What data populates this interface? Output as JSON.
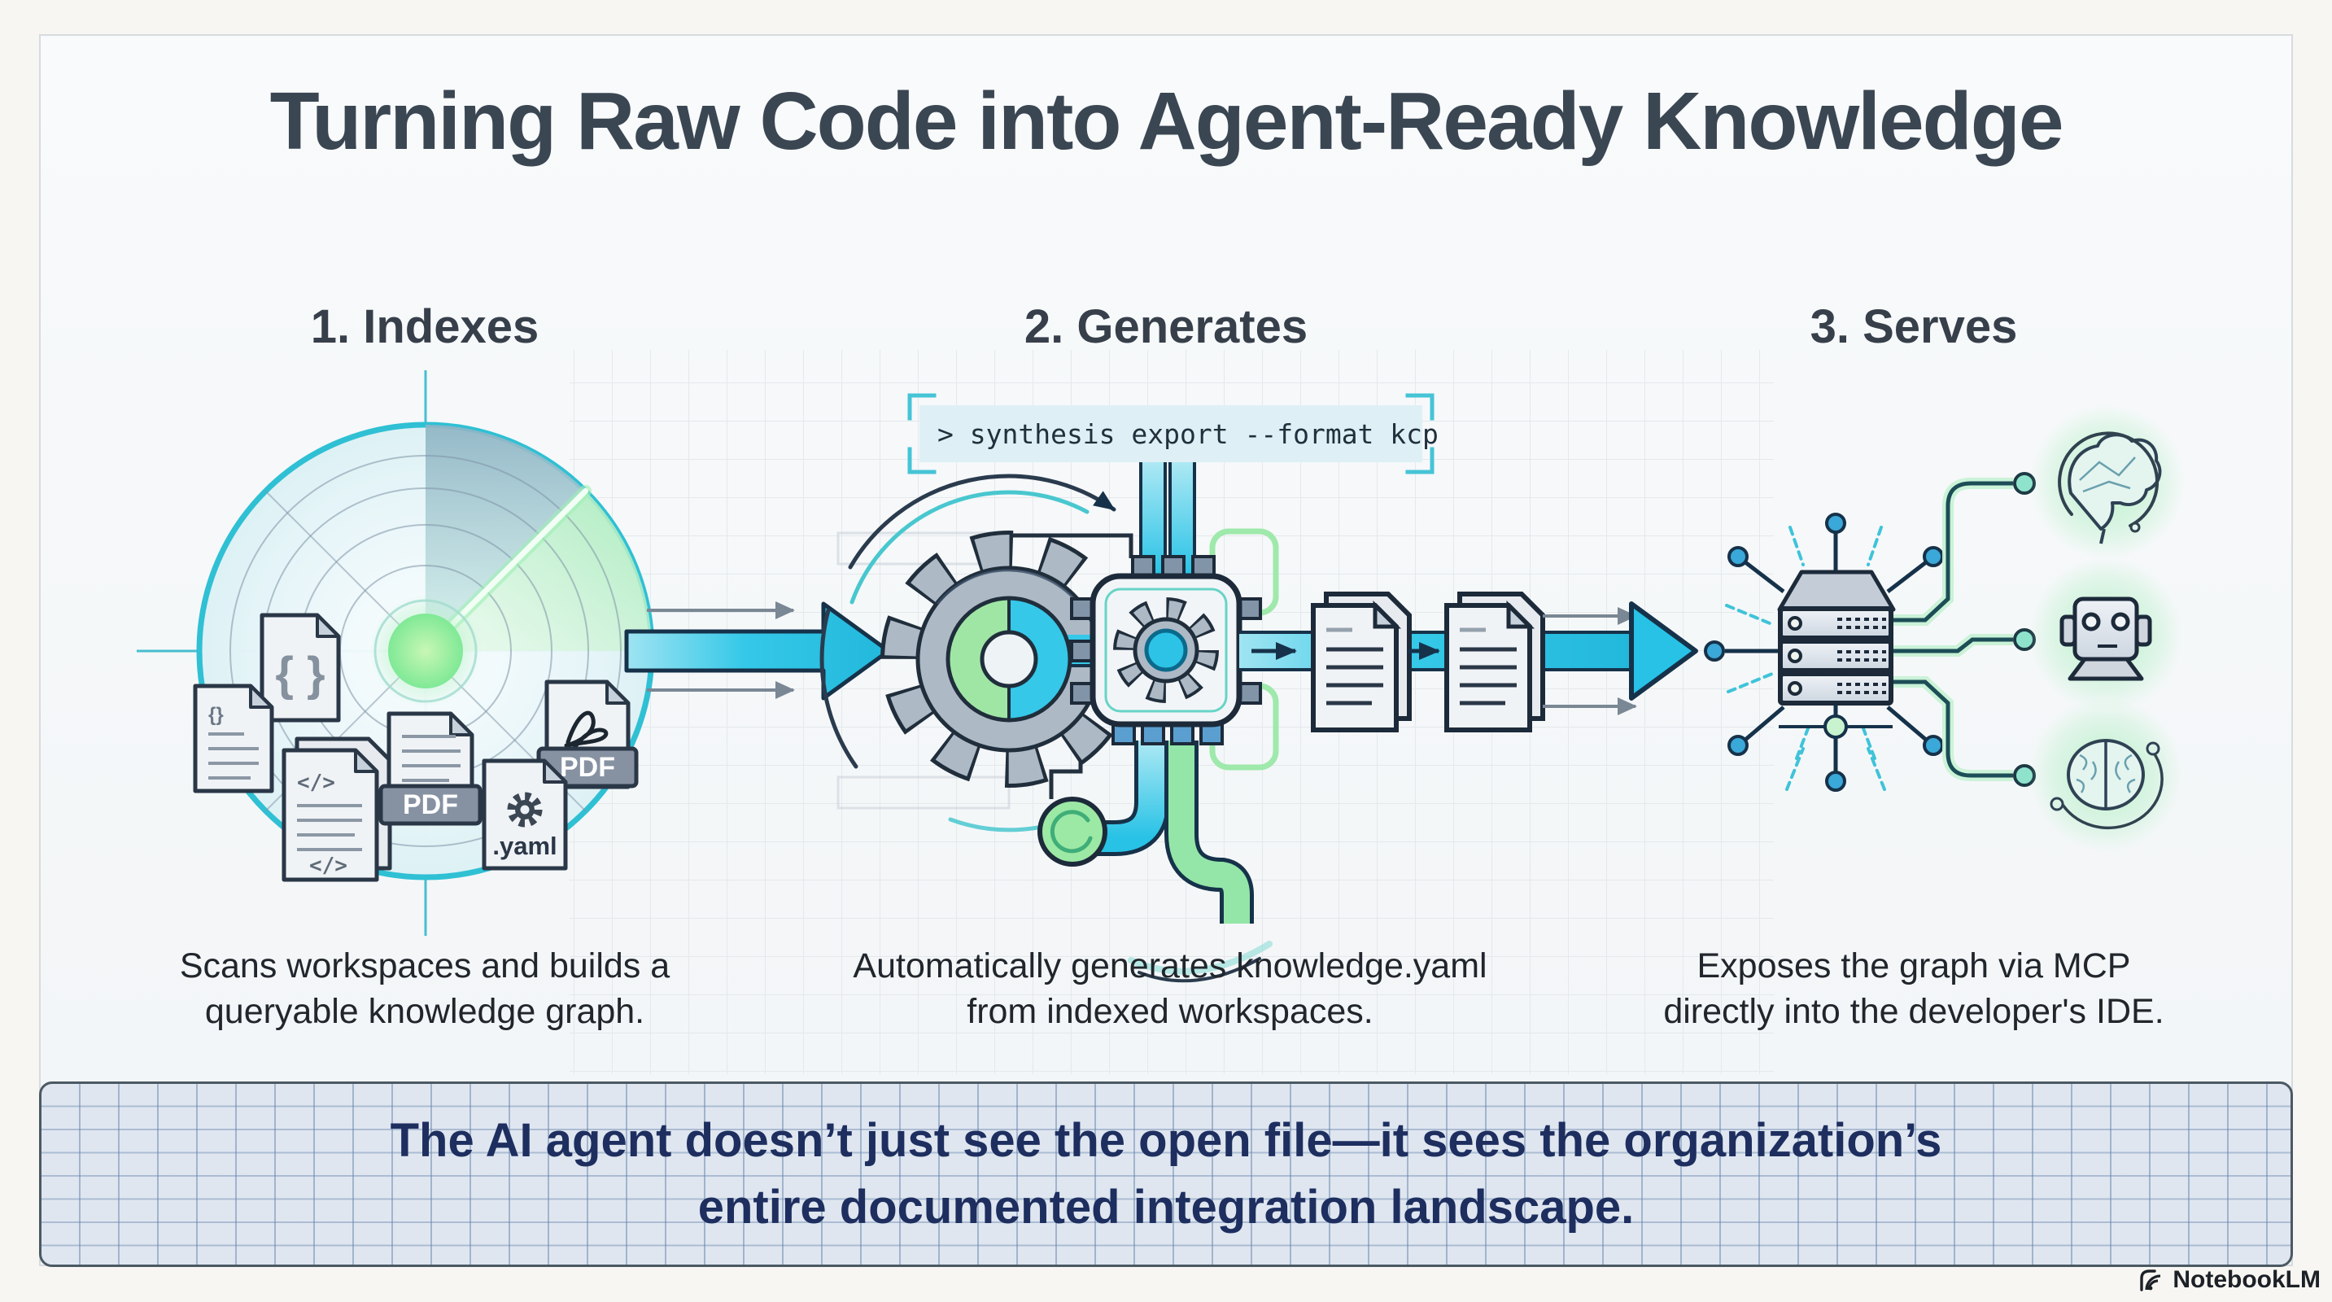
{
  "title": "Turning Raw Code into Agent-Ready Knowledge",
  "sections": [
    {
      "heading": "1. Indexes",
      "desc1": "Scans workspaces and builds a",
      "desc2": "queryable knowledge graph."
    },
    {
      "heading": "2. Generates",
      "desc1": "Automatically generates knowledge.yaml",
      "desc2": "from indexed workspaces."
    },
    {
      "heading": "3. Serves",
      "desc1": "Exposes the graph via MCP",
      "desc2": "directly into the developer's IDE."
    }
  ],
  "terminal": {
    "command": "> synthesis export --format kcp"
  },
  "files": {
    "braces_large": "{ }",
    "braces_small": "{}",
    "code_tag": "</>",
    "pdf_label": "PDF",
    "yaml_label": ".yaml"
  },
  "banner": {
    "line1": "The AI agent doesn’t just see the open file—it sees the organization’s",
    "line2": "entire documented integration landscape."
  },
  "footer": {
    "brand": "NotebookLM"
  },
  "icons": {
    "radar": "radar-scan-icon",
    "gear": "processing-gear-icon",
    "chip": "processor-chip-icon",
    "server": "server-rack-icon",
    "brain_side": "brain-side-icon",
    "robot": "robot-head-icon",
    "brain_top": "brain-top-icon",
    "acrobat": "acrobat-pdf-icon",
    "logo": "notebooklm-logo-icon"
  },
  "colors": {
    "cyan": "#27c2e6",
    "teal": "#2fb9cc",
    "green": "#8fe8a0",
    "navy": "#1c2a3a",
    "glow_green": "#b4f0c6",
    "banner_text": "#1d2e5f",
    "title_text": "#3b4653"
  }
}
